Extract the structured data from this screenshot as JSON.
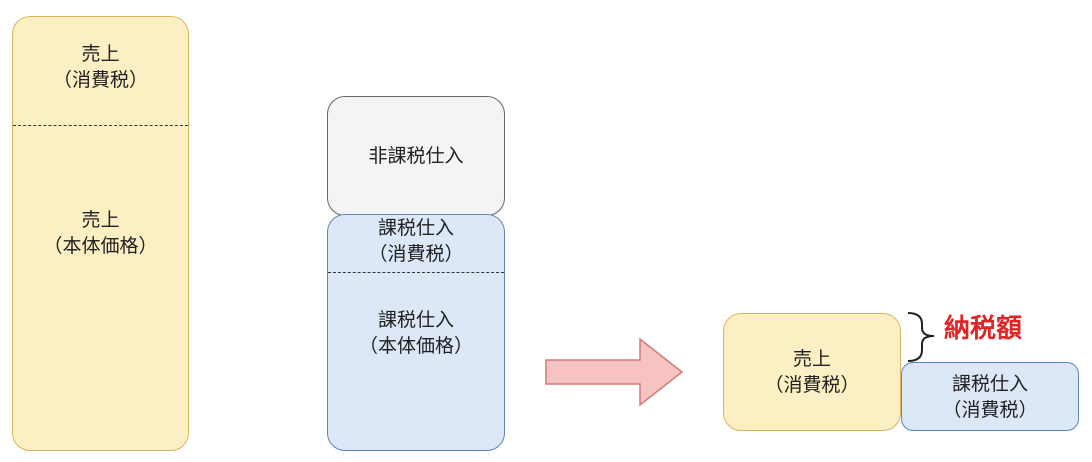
{
  "diagram": {
    "sales": {
      "tax_line1": "売上",
      "tax_line2": "（消費税）",
      "body_line1": "売上",
      "body_line2": "（本体価格）"
    },
    "purchases": {
      "nontaxable": "非課税仕入",
      "tax_line1": "課税仕入",
      "tax_line2": "（消費税）",
      "body_line1": "課税仕入",
      "body_line2": "（本体価格）"
    },
    "result": {
      "sales_line1": "売上",
      "sales_line2": "（消費税）",
      "purchase_line1": "課税仕入",
      "purchase_line2": "（消費税）",
      "tax_due": "納税額"
    },
    "colors": {
      "sales_fill": "#fdefc4",
      "purchase_fill": "#dce8f8",
      "nontaxable_fill": "#f4f4f4",
      "arrow_fill": "#f7c2c2",
      "tax_due_text": "#e02525"
    }
  }
}
